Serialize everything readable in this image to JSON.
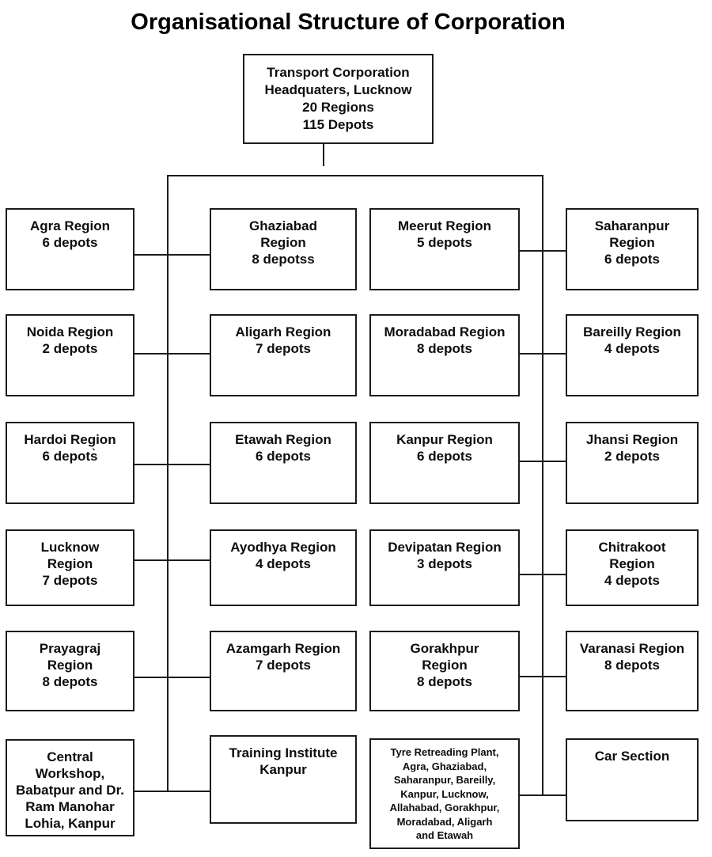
{
  "title": "Organisational Structure of Corporation",
  "colors": {
    "ink": "#1c1c1c",
    "background": "#ffffff"
  },
  "root": {
    "id": "headquarters",
    "text": "Transport Corporation\nHeadquaters, Lucknow\n20 Regions\n115 Depots"
  },
  "nodes": [
    {
      "id": "agra",
      "row": 0,
      "col": 0,
      "text": "Agra Region\n6 depots"
    },
    {
      "id": "ghaziabad",
      "row": 0,
      "col": 1,
      "text": "Ghaziabad\nRegion\n8 depotss"
    },
    {
      "id": "meerut",
      "row": 0,
      "col": 2,
      "text": "Meerut Region\n5 depots"
    },
    {
      "id": "saharanpur",
      "row": 0,
      "col": 3,
      "text": "Saharanpur\nRegion\n6 depots"
    },
    {
      "id": "noida",
      "row": 1,
      "col": 0,
      "text": "Noida Region\n2 depots"
    },
    {
      "id": "aligarh",
      "row": 1,
      "col": 1,
      "text": "Aligarh Region\n7 depots"
    },
    {
      "id": "moradabad",
      "row": 1,
      "col": 2,
      "text": "Moradabad Region\n8 depots"
    },
    {
      "id": "bareilly",
      "row": 1,
      "col": 3,
      "text": "Bareilly Region\n4 depots"
    },
    {
      "id": "hardoi",
      "row": 2,
      "col": 0,
      "text": "Hardoi Region\n6 depots̀"
    },
    {
      "id": "etawah",
      "row": 2,
      "col": 1,
      "text": "Etawah Region\n6 depots"
    },
    {
      "id": "kanpur",
      "row": 2,
      "col": 2,
      "text": "Kanpur Region\n6 depots"
    },
    {
      "id": "jhansi",
      "row": 2,
      "col": 3,
      "text": "Jhansi Region\n2 depots"
    },
    {
      "id": "lucknow",
      "row": 3,
      "col": 0,
      "text": "Lucknow\nRegion\n7 depots"
    },
    {
      "id": "ayodhya",
      "row": 3,
      "col": 1,
      "text": "Ayodhya Region\n4 depots"
    },
    {
      "id": "devipatan",
      "row": 3,
      "col": 2,
      "text": "Devipatan Region\n3 depots"
    },
    {
      "id": "chitrakoot",
      "row": 3,
      "col": 3,
      "text": "Chitrakoot\nRegion\n4 depots"
    },
    {
      "id": "prayagraj",
      "row": 4,
      "col": 0,
      "text": "Prayagraj\nRegion\n8 depots"
    },
    {
      "id": "azamgarh",
      "row": 4,
      "col": 1,
      "text": "Azamgarh Region\n7 depots"
    },
    {
      "id": "gorakhpur",
      "row": 4,
      "col": 2,
      "text": "Gorakhpur\nRegion\n8 depots"
    },
    {
      "id": "varanasi",
      "row": 4,
      "col": 3,
      "text": "Varanasi Region\n8 depots"
    },
    {
      "id": "central-workshop",
      "row": 5,
      "col": 0,
      "text": "Central\nWorkshop,\nBabatpur and Dr.\nRam Manohar\nLohia, Kanpur"
    },
    {
      "id": "training-institute",
      "row": 5,
      "col": 1,
      "text": "Training Institute\nKanpur"
    },
    {
      "id": "tyre-retreading",
      "row": 5,
      "col": 2,
      "text": "Tyre Retreading Plant,\nAgra, Ghaziabad,\nSaharanpur, Bareilly,\nKanpur, Lucknow,\nAllahabad, Gorakhpur,\nMoradabad, Aligarh\nand Etawah"
    },
    {
      "id": "car-section",
      "row": 5,
      "col": 3,
      "text": "Car Section"
    }
  ]
}
